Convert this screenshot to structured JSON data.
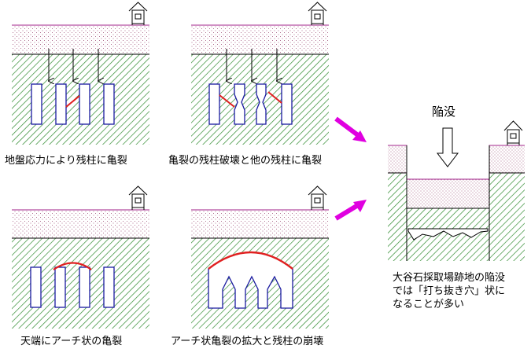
{
  "captions": {
    "panel1": "地盤応力により残柱に亀裂",
    "panel2": "亀裂の残柱破壊と他の残柱に亀裂",
    "panel3": "天端にアーチ状の亀裂",
    "panel4": "アーチ状亀裂の拡大と残柱の崩壊"
  },
  "collapse": {
    "label": "陥没",
    "note_lines": [
      "大谷石採取場跡地の陥没",
      "では「打ち抜き穴」状に",
      "なることが多い"
    ]
  },
  "colors": {
    "ground_hatch": "#2e8b2e",
    "soil_dots": "#b07090",
    "pillar_border": "#1a1aa0",
    "crack": "#e02020",
    "arrow_magenta": "#e000e0",
    "border_purple": "#a0208a"
  }
}
